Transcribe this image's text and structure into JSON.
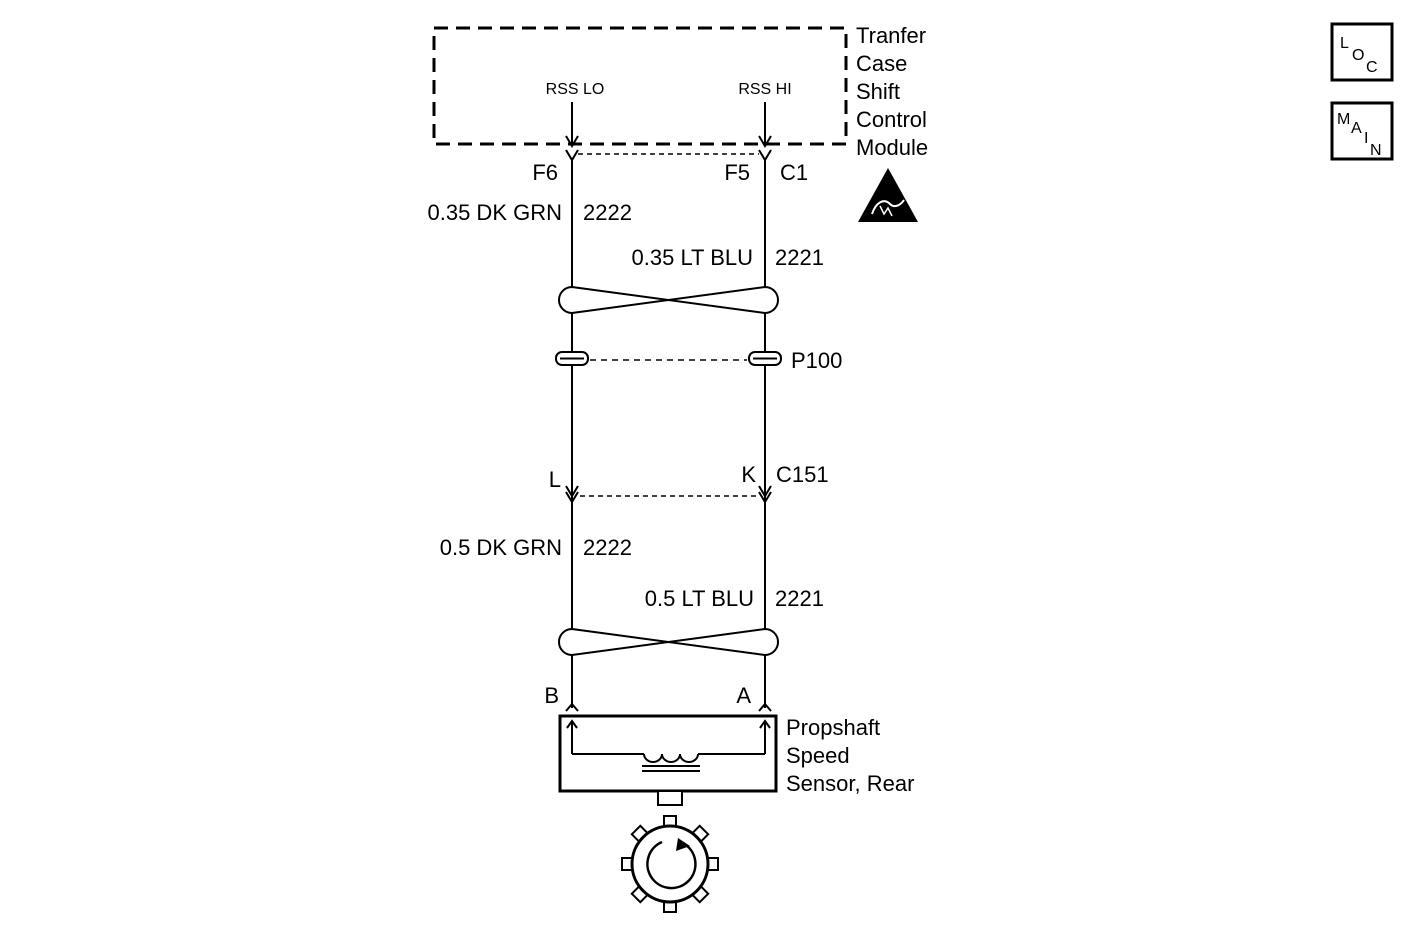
{
  "module": {
    "name_lines": [
      "Tranfer",
      "Case",
      "Shift",
      "Control",
      "Module"
    ],
    "terminals": {
      "lo": "RSS LO",
      "hi": "RSS HI"
    },
    "esd_icon": "electrostatic-discharge-icon"
  },
  "connector_c1": {
    "name": "C1",
    "pin_left": "F6",
    "pin_right": "F5"
  },
  "wires_upper": {
    "left": {
      "gauge_color": "0.35 DK GRN",
      "circuit": "2222"
    },
    "right": {
      "gauge_color": "0.35 LT BLU",
      "circuit": "2221"
    },
    "twist_icon": "twisted-pair-icon"
  },
  "pass_through": {
    "name": "P100"
  },
  "connector_c151": {
    "name": "C151",
    "pin_left": "L",
    "pin_right": "K"
  },
  "wires_lower": {
    "left": {
      "gauge_color": "0.5 DK GRN",
      "circuit": "2222"
    },
    "right": {
      "gauge_color": "0.5 LT BLU",
      "circuit": "2221"
    },
    "twist_icon": "twisted-pair-icon"
  },
  "sensor": {
    "pin_left": "B",
    "pin_right": "A",
    "name_lines": [
      "Propshaft",
      "Speed",
      "Sensor, Rear"
    ],
    "coil_icon": "inductive-coil-icon",
    "reluctor_icon": "reluctor-wheel-icon"
  },
  "nav": {
    "loc": {
      "letters": [
        "L",
        "O",
        "C"
      ],
      "icon": "location-icon"
    },
    "main": {
      "letters": [
        "M",
        "A",
        "I",
        "N"
      ],
      "icon": "main-index-icon"
    }
  }
}
